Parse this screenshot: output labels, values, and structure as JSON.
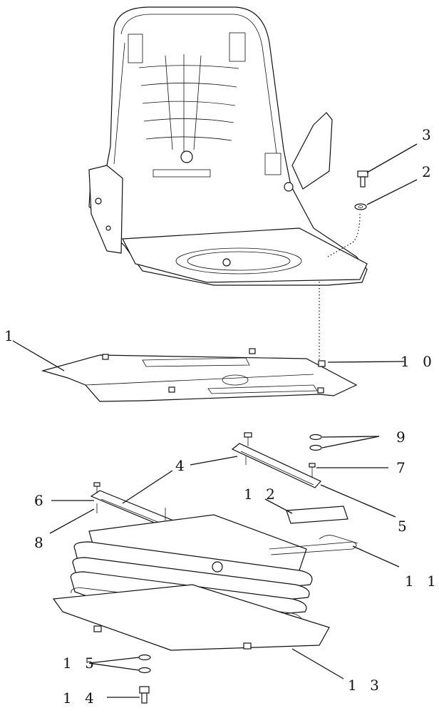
{
  "labels": {
    "l1": "1",
    "l2": "2",
    "l3": "3",
    "l4": "4",
    "l5": "5",
    "l6": "6",
    "l7": "7",
    "l8": "8",
    "l9": "9",
    "l10": "1 0",
    "l11": "1 1",
    "l12": "1 2",
    "l13": "1 3",
    "l14": "1 4",
    "l15": "1 5"
  }
}
